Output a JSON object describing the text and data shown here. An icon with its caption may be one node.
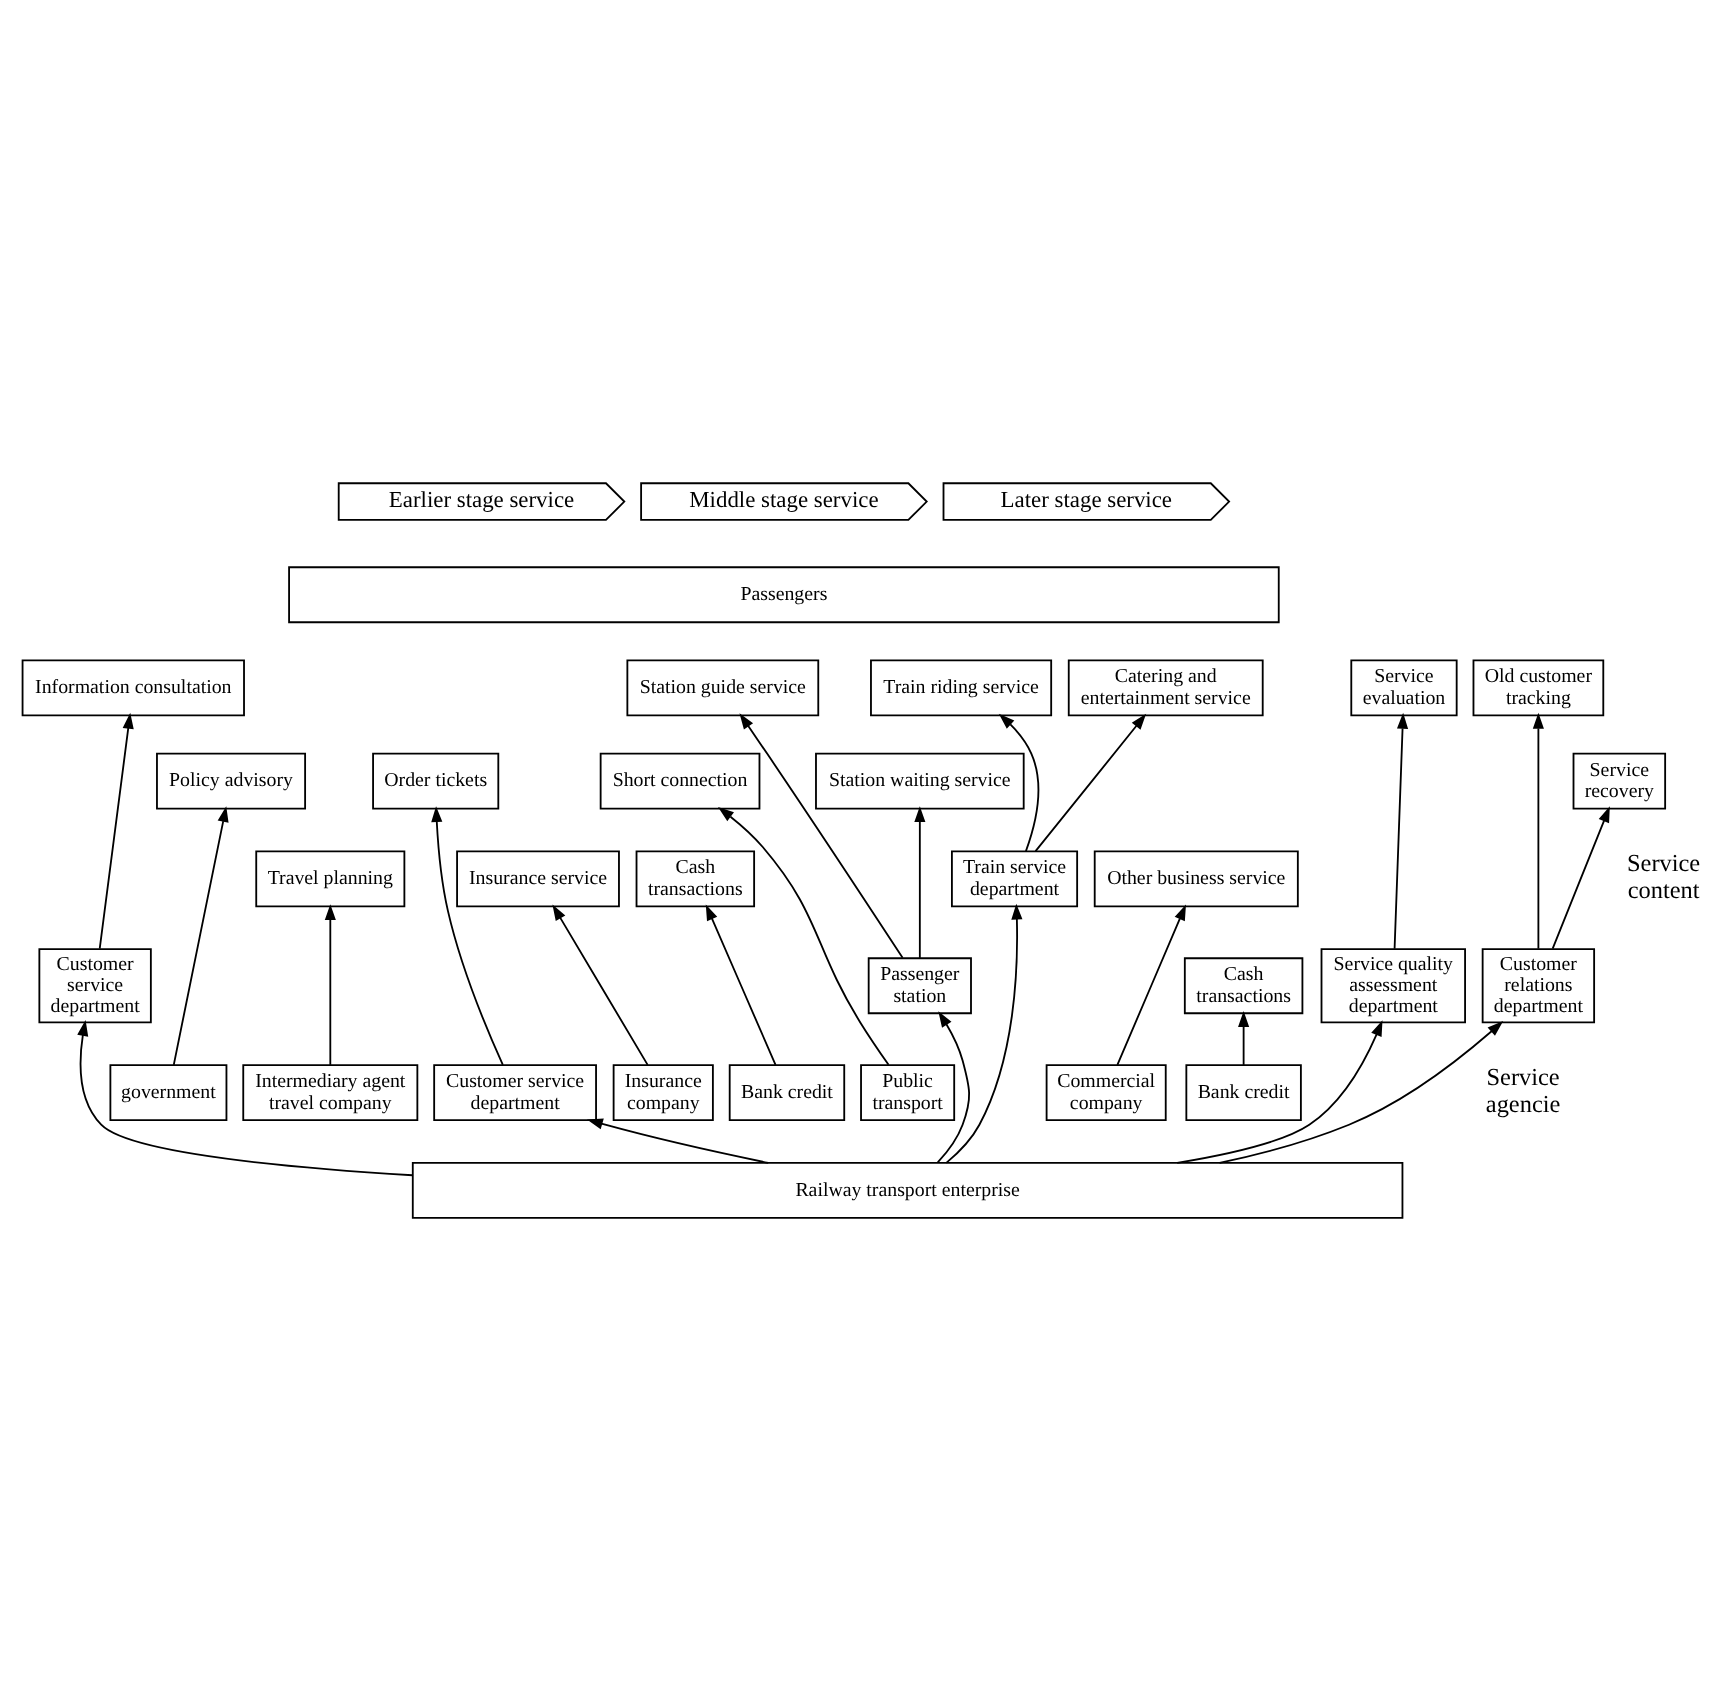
{
  "diagram": {
    "nodes": [
      {
        "text": [
          "Earlier stage service"
        ]
      },
      {
        "text": [
          "Middle stage service"
        ]
      },
      {
        "text": [
          "Later stage service"
        ]
      },
      {
        "text": [
          "Passengers"
        ]
      },
      {
        "text": [
          "Information consultation"
        ]
      },
      {
        "text": [
          "Policy advisory"
        ]
      },
      {
        "text": [
          "Travel planning"
        ]
      },
      {
        "text": [
          "Order tickets"
        ]
      },
      {
        "text": [
          "Insurance service"
        ]
      },
      {
        "text": [
          "Cash transactions"
        ]
      },
      {
        "text": [
          "Short connection"
        ]
      },
      {
        "text": [
          "Station guide service"
        ]
      },
      {
        "text": [
          "Station waiting service"
        ]
      },
      {
        "text": [
          "Train riding service"
        ]
      },
      {
        "text": [
          "Catering and entertainment service"
        ]
      },
      {
        "text": [
          "Other business service"
        ]
      },
      {
        "text": [
          "Cash transactions"
        ]
      },
      {
        "text": [
          "Service evaluation"
        ]
      },
      {
        "text": [
          "Old customer tracking"
        ]
      },
      {
        "text": [
          "Service recovery"
        ]
      },
      {
        "text": [
          "Customer service department"
        ]
      },
      {
        "text": [
          "government"
        ]
      },
      {
        "text": [
          "Intermediary agent travel company"
        ]
      },
      {
        "text": [
          "Customer service department"
        ]
      },
      {
        "text": [
          "Insurance company"
        ]
      },
      {
        "text": [
          "Bank credit"
        ]
      },
      {
        "text": [
          "Public transport"
        ]
      },
      {
        "text": [
          "Passenger station"
        ]
      },
      {
        "text": [
          "Train service department"
        ]
      },
      {
        "text": [
          "Commercial company"
        ]
      },
      {
        "text": [
          "Bank credit"
        ]
      },
      {
        "text": [
          "Service quality assessment department"
        ]
      },
      {
        "text": [
          "Customer relations department"
        ]
      },
      {
        "text": [
          "Railway transport enterprise"
        ]
      }
    ],
    "edges": [
      {
        "from": 33,
        "to": 20,
        "arrow": "to"
      },
      {
        "from": 20,
        "to": 4,
        "arrow": "to"
      },
      {
        "from": 21,
        "to": 5,
        "arrow": "to"
      },
      {
        "from": 22,
        "to": 6,
        "arrow": "to"
      },
      {
        "from": 33,
        "to": 23,
        "arrow": "to"
      },
      {
        "from": 23,
        "to": 7,
        "arrow": "to"
      },
      {
        "from": 24,
        "to": 8,
        "arrow": "to"
      },
      {
        "from": 25,
        "to": 9,
        "arrow": "to"
      },
      {
        "from": 26,
        "to": 10,
        "arrow": "to"
      },
      {
        "from": 33,
        "to": 27,
        "arrow": "to"
      },
      {
        "from": 27,
        "to": 11,
        "arrow": "to"
      },
      {
        "from": 27,
        "to": 12,
        "arrow": "to"
      },
      {
        "from": 33,
        "to": 28,
        "arrow": "to"
      },
      {
        "from": 28,
        "to": 13,
        "arrow": "to"
      },
      {
        "from": 28,
        "to": 14,
        "arrow": "to"
      },
      {
        "from": 29,
        "to": 15,
        "arrow": "to"
      },
      {
        "from": 30,
        "to": 16,
        "arrow": "to"
      },
      {
        "from": 33,
        "to": 31,
        "arrow": "to"
      },
      {
        "from": 31,
        "to": 17,
        "arrow": "to"
      },
      {
        "from": 33,
        "to": 32,
        "arrow": "to"
      },
      {
        "from": 32,
        "to": 18,
        "arrow": "to"
      },
      {
        "from": 32,
        "to": 19,
        "arrow": "to"
      }
    ],
    "labels": [
      "Service content",
      "Service agencie"
    ]
  }
}
